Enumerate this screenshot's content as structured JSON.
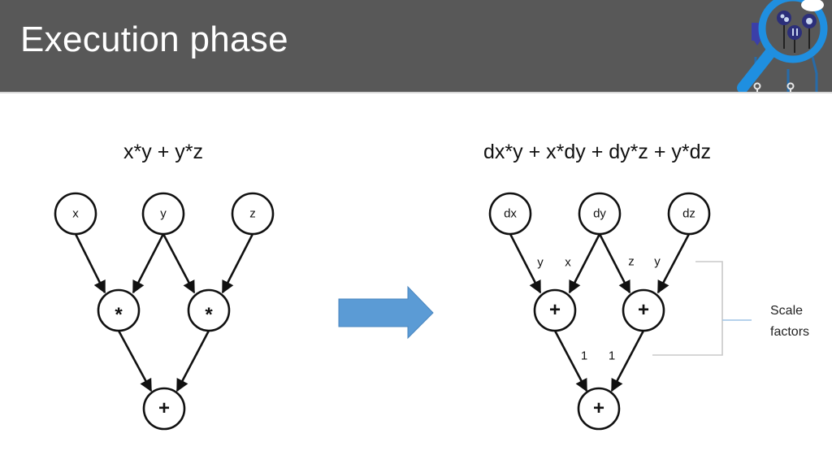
{
  "slide": {
    "title": "Execution phase",
    "logo_icon": "magnifier-brain-circuit-logo",
    "colors": {
      "header_bg": "#585858",
      "title_text": "#ffffff",
      "arrow_fill": "#5b9bd5",
      "bracket_line": "#c8c8c8",
      "connector_line": "#9dc3e6",
      "logo_blue": "#1f8fe0"
    }
  },
  "left_graph": {
    "formula": "x*y + y*z",
    "nodes": {
      "x": "x",
      "y": "y",
      "z": "z",
      "mul1": "*",
      "mul2": "*",
      "sum": "+"
    }
  },
  "transition": {
    "icon": "right-arrow-icon"
  },
  "right_graph": {
    "formula": "dx*y + x*dy + dy*z + y*dz",
    "nodes": {
      "dx": "dx",
      "dy": "dy",
      "dz": "dz",
      "add1": "+",
      "add2": "+",
      "sum": "+"
    },
    "edge_labels": {
      "dx_to_add1": "y",
      "dy_to_add1": "x",
      "dy_to_add2": "z",
      "dz_to_add2": "y",
      "add1_to_sum": "1",
      "add2_to_sum": "1"
    },
    "annotation": {
      "line1": "Scale",
      "line2": "factors"
    }
  }
}
